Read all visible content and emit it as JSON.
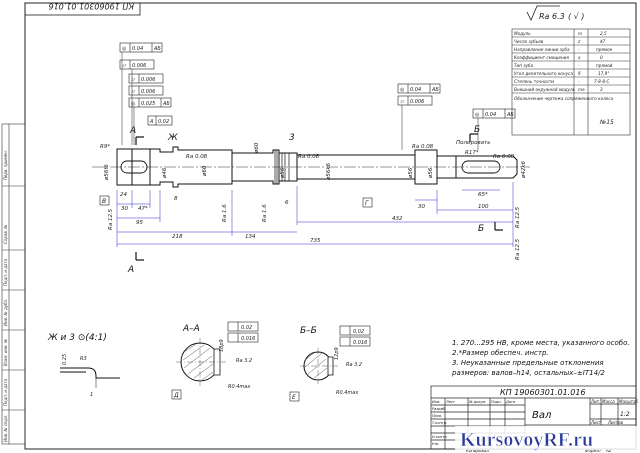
{
  "stamp_top": "КП 19060301.01.016",
  "roughness_general": "Ra 6.3",
  "gear_params": [
    [
      "Модуль",
      "m",
      "2,5"
    ],
    [
      "Число зубьев",
      "z",
      "47"
    ],
    [
      "Направление линии зуба",
      "-",
      "прямое"
    ],
    [
      "Коэффициент смещения",
      "x",
      "0"
    ],
    [
      "Тип зуба",
      "-",
      "прямой"
    ],
    [
      "Угол делительного конуса",
      "δ",
      "17,9°"
    ],
    [
      "Степень точности",
      "-",
      "7-8-8-С"
    ],
    [
      "Внешний окружной модуль",
      "me",
      "3"
    ],
    [
      "Обозначение чертежа сопряженного колеса",
      "",
      "№15"
    ]
  ],
  "gdt_frames": {
    "f1": [
      "0.04",
      "AБ"
    ],
    "f2": [
      "0.006"
    ],
    "f3": [
      "0.006"
    ],
    "f4": [
      "0.006"
    ],
    "f5": [
      "0.025",
      "AБ"
    ],
    "f6": [
      "0.04",
      "AБ"
    ],
    "f7": [
      "0.006"
    ],
    "f8": [
      "0.04",
      "AБ"
    ],
    "f9": [
      "A",
      "0.02"
    ]
  },
  "labels": {
    "section_a": "A",
    "section_b": "Б",
    "view_zh": "Ж",
    "view_3": "3",
    "polish": "Полировать",
    "base_v": "В",
    "base_g": "Г",
    "base_d": "Д",
    "base_e": "Е"
  },
  "dims": {
    "r9": "R9*",
    "d_left": "ø56f6",
    "d_key1": "ø46",
    "ra08a": "Ra 0.08",
    "d60": "ø60",
    "d_ring": "ø60",
    "d_mid1": "ø56",
    "d_mid2": "ø56k6",
    "ra08b": "Ra 0.08",
    "ra08c": "Ra 0.08",
    "ra08d": "Ra 0.08",
    "d_r1": "ø56",
    "d_r2": "ø56",
    "r17": "R17*",
    "d_right": "ø42k6",
    "d24": "24",
    "d30l": "30",
    "d47": "47*",
    "d8": "8",
    "d95": "95",
    "d218": "218",
    "d134": "134",
    "d6": "6",
    "ra125l": "Ra 12.5",
    "ra16a": "Ra 1.6",
    "ra16b": "Ra 1.6",
    "d432": "432",
    "d30r": "30",
    "d100": "100",
    "d65": "65*",
    "d735": "735",
    "ra125r": "Ra 12.5",
    "ra125r2": "Ra 12.5"
  },
  "detail_title": "Ж и 3 ⊙(4:1)",
  "detail_dims": {
    "r3": "R3",
    "d025": "0.25",
    "d1": "1"
  },
  "section_aa": {
    "title": "А–А",
    "f1": [
      "0.02"
    ],
    "f2": [
      "0.016"
    ],
    "ra": "Ra 3.2",
    "r": "R0.4max",
    "dim": "18p9"
  },
  "section_bb": {
    "title": "Б–Б",
    "f1": [
      "0.02"
    ],
    "f2": [
      "0.016"
    ],
    "ra": "Ra 3.2",
    "r": "R0.4max",
    "dim": "12p9"
  },
  "notes": [
    "1. 270...295 HB, кроме места, указанного особо.",
    "2.*Размер обеспеч. инстр.",
    "3. Неуказанные предельные отклонения",
    "размеров: валов–h14, остальных–±IT14/2"
  ],
  "title_block": {
    "code": "КП 19060301.01.016",
    "name": "Вал",
    "lit": "Лит.",
    "mass": "Масса",
    "scale": "Масштаб",
    "scale_val": "1:2",
    "sheet": "Лист",
    "sheets": "Листов",
    "copied": "Копировал",
    "format": "Формат",
    "format_val": "А2",
    "rows": [
      "Изм.",
      "Лист",
      "№ докум.",
      "Подп.",
      "Дата",
      "Разраб.",
      "Пров.",
      "Т.контр.",
      "Н.контр.",
      "Утв."
    ]
  },
  "side_stamp": [
    "Перв. примен.",
    "Справ. №",
    "Подп. и дата",
    "Инв. № дубл.",
    "Взам. инв. №",
    "Подп. и дата",
    "Инв. № подл."
  ],
  "watermark": {
    "brand": "KursovoyRF.ru"
  },
  "colors": {
    "line": "#1a1a1a",
    "accent": "#2a2ad0",
    "watermark_k": "#2b3a9b",
    "watermark_rf": "#d0192a"
  }
}
